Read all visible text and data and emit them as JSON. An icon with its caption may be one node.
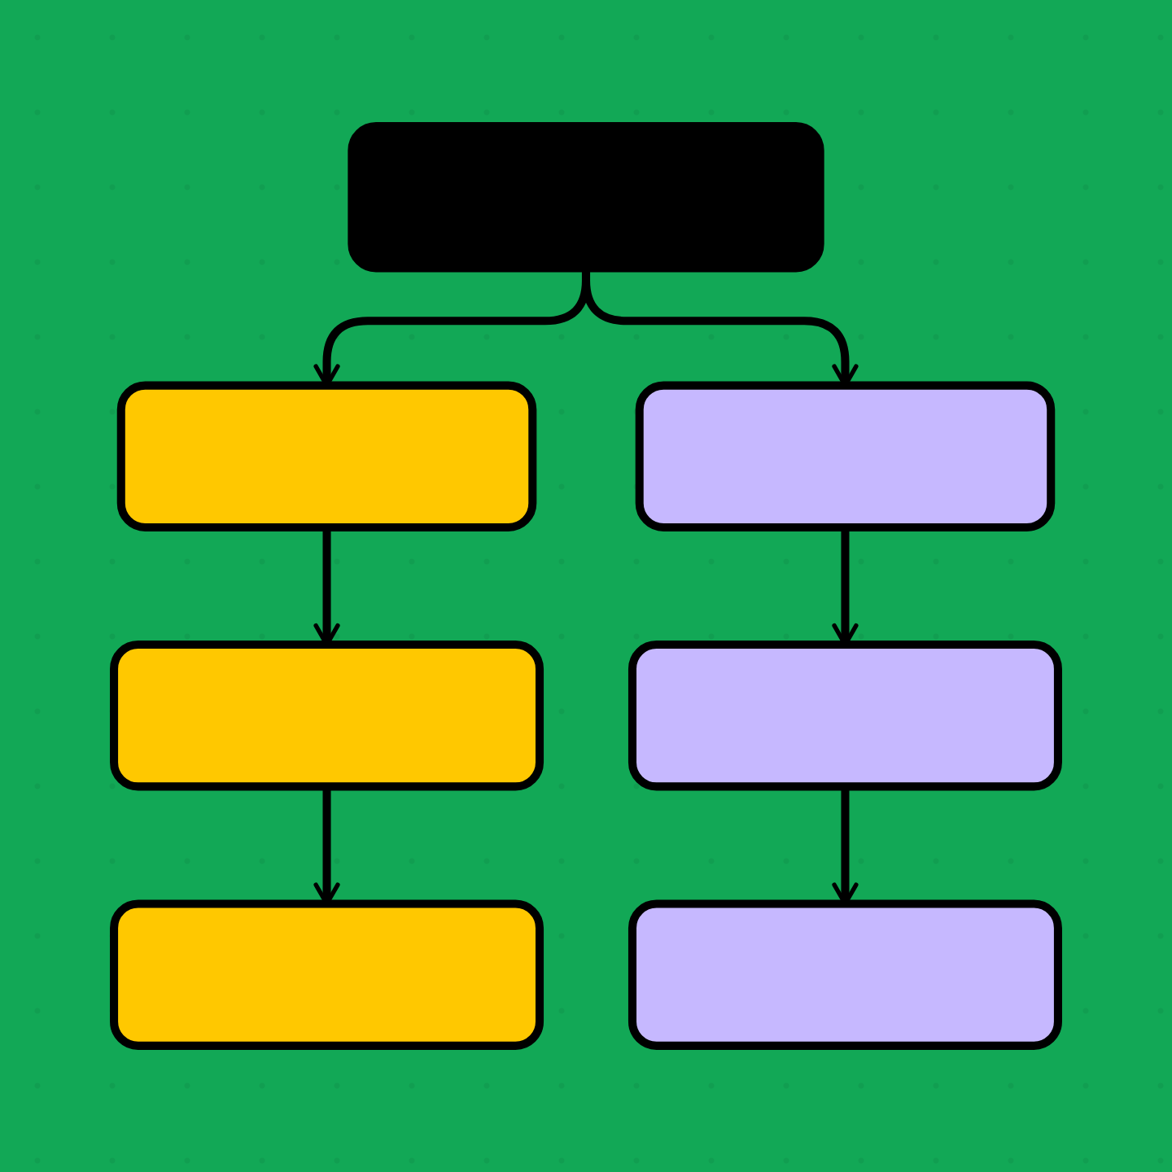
{
  "diagram": {
    "nodes": [
      {
        "text": [],
        "shape": "box"
      },
      {
        "text": [],
        "shape": "box"
      },
      {
        "text": [],
        "shape": "box"
      },
      {
        "text": [],
        "shape": "box"
      },
      {
        "text": [],
        "shape": "box"
      },
      {
        "text": [],
        "shape": "box"
      },
      {
        "text": [],
        "shape": "box"
      }
    ],
    "edges": [
      {
        "from": 0,
        "to": 1,
        "arrow": "to"
      },
      {
        "from": 0,
        "to": 2,
        "arrow": "to"
      },
      {
        "from": 1,
        "to": 3,
        "arrow": "to"
      },
      {
        "from": 3,
        "to": 5,
        "arrow": "to"
      },
      {
        "from": 2,
        "to": 4,
        "arrow": "to"
      },
      {
        "from": 4,
        "to": 6,
        "arrow": "to"
      }
    ]
  }
}
